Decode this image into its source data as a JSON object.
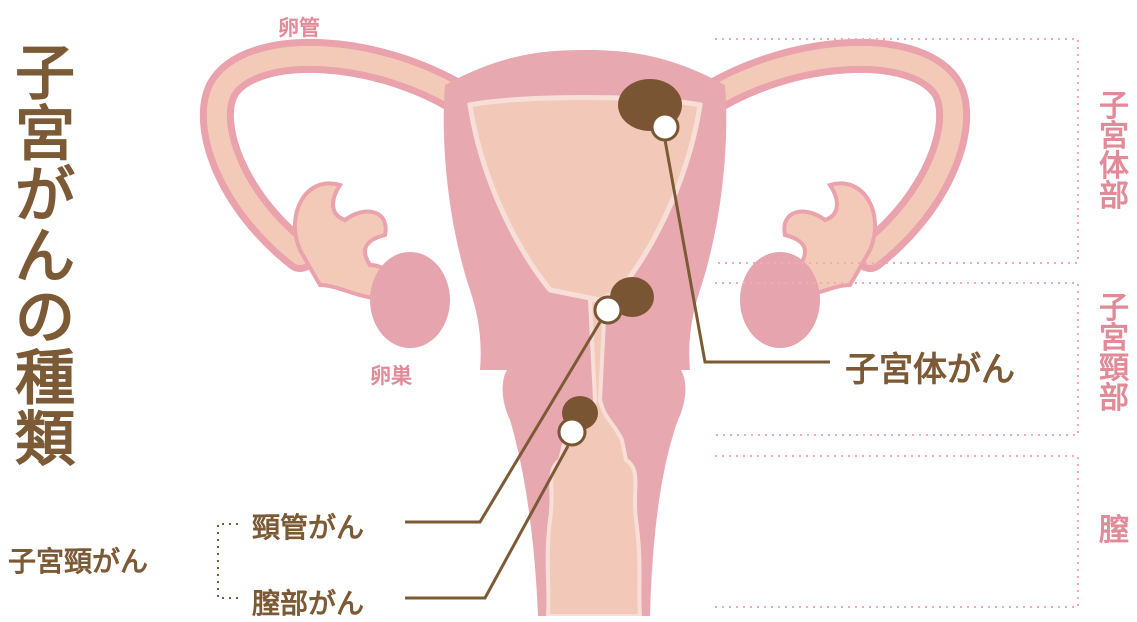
{
  "title": "子宮がんの種類",
  "anatomy": {
    "tube_label": "卵管",
    "ovary_label": "卵巣"
  },
  "regions": [
    {
      "label": "子宮体部"
    },
    {
      "label": "子宮頸部"
    },
    {
      "label": "膣"
    }
  ],
  "cancers": {
    "body": "子宮体がん",
    "cervical_group": "子宮頸がん",
    "canal": "頸管がん",
    "vaginal_part": "膣部がん"
  },
  "colors": {
    "title_brown": "#7c5a35",
    "label_pink": "#e28a98",
    "uterus_outer": "#e8a8b0",
    "uterus_inner": "#f2c9b8",
    "tumor": "#7a5533"
  }
}
